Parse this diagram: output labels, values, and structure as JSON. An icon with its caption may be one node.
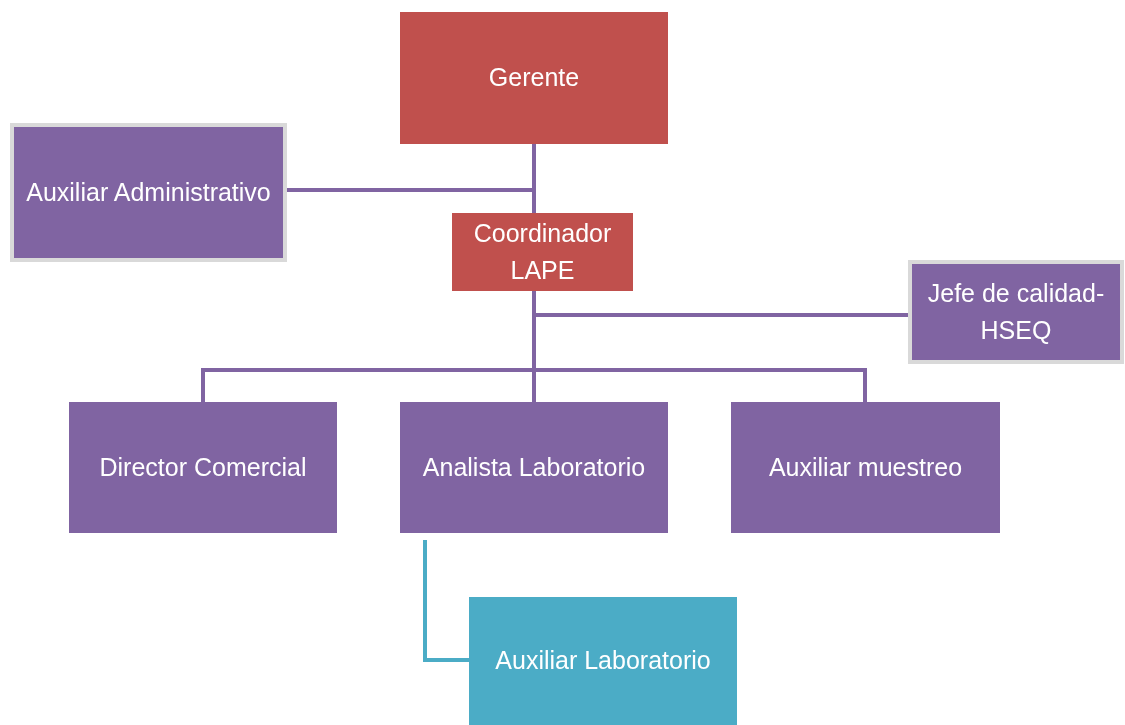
{
  "diagram": {
    "nodes": [
      {
        "text": [
          "Gerente"
        ]
      },
      {
        "text": [
          "Auxiliar Administrativo"
        ]
      },
      {
        "text": [
          "Coordinador LAPE"
        ]
      },
      {
        "text": [
          "Jefe de calidad- HSEQ"
        ]
      },
      {
        "text": [
          "Director Comercial"
        ]
      },
      {
        "text": [
          "Analista Laboratorio"
        ]
      },
      {
        "text": [
          "Auxiliar muestreo"
        ]
      },
      {
        "text": [
          "Auxiliar Laboratorio"
        ]
      }
    ],
    "edges": [
      {
        "from": 0,
        "to": 2,
        "arrow": "none"
      },
      {
        "from": 0,
        "to": 1,
        "arrow": "none"
      },
      {
        "from": 2,
        "to": 3,
        "arrow": "none"
      },
      {
        "from": 2,
        "to": 4,
        "arrow": "none"
      },
      {
        "from": 2,
        "to": 5,
        "arrow": "none"
      },
      {
        "from": 2,
        "to": 6,
        "arrow": "none"
      },
      {
        "from": 5,
        "to": 7,
        "arrow": "none",
        "color": "#4bacc6"
      }
    ]
  }
}
